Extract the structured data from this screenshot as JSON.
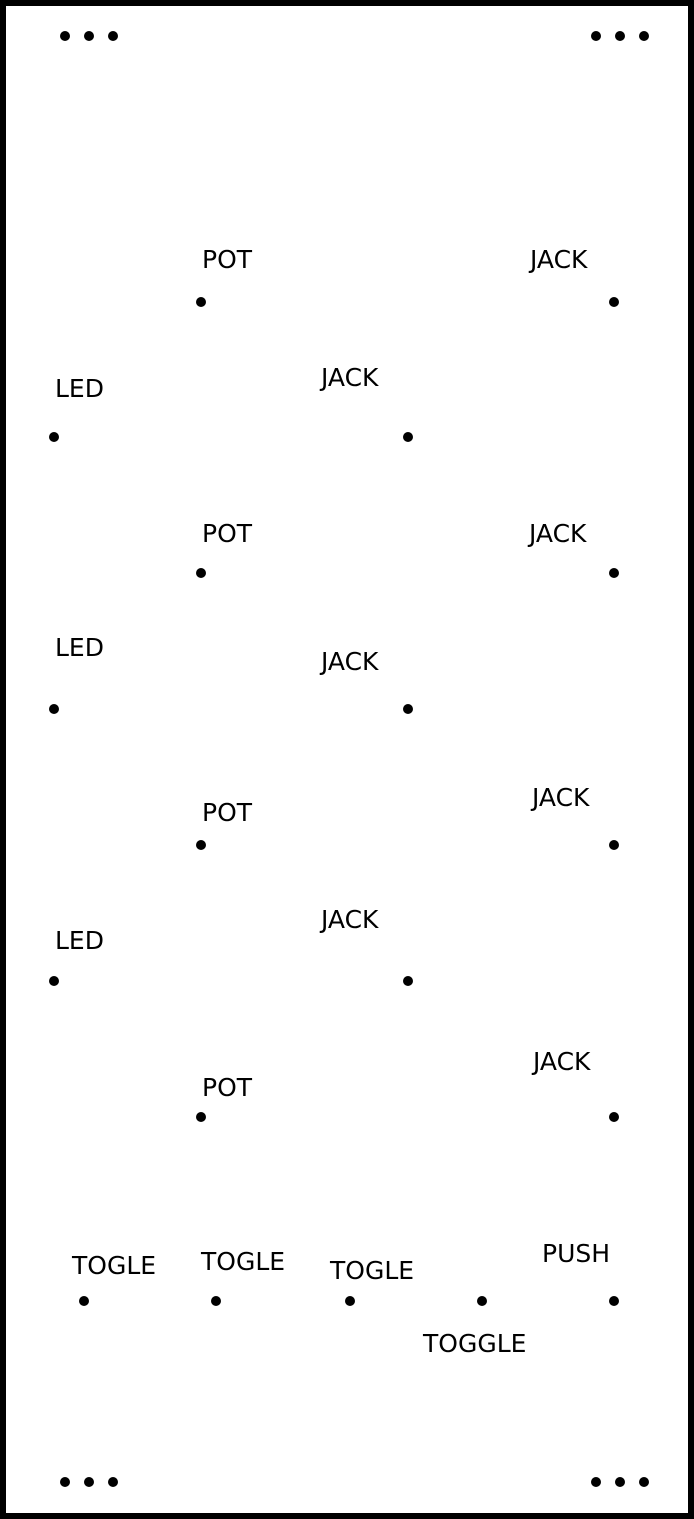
{
  "colors": {
    "background": "#ffffff",
    "ink": "#000000"
  },
  "components": [
    {
      "id": "pot-1",
      "label": "POT"
    },
    {
      "id": "jack-1",
      "label": "JACK"
    },
    {
      "id": "led-1",
      "label": "LED"
    },
    {
      "id": "jack-2",
      "label": "JACK"
    },
    {
      "id": "pot-2",
      "label": "POT"
    },
    {
      "id": "jack-3",
      "label": "JACK"
    },
    {
      "id": "led-2",
      "label": "LED"
    },
    {
      "id": "jack-4",
      "label": "JACK"
    },
    {
      "id": "pot-3",
      "label": "POT"
    },
    {
      "id": "jack-5",
      "label": "JACK"
    },
    {
      "id": "led-3",
      "label": "LED"
    },
    {
      "id": "jack-6",
      "label": "JACK"
    },
    {
      "id": "pot-4",
      "label": "POT"
    },
    {
      "id": "jack-7",
      "label": "JACK"
    },
    {
      "id": "togle-1",
      "label": "TOGLE"
    },
    {
      "id": "togle-2",
      "label": "TOGLE"
    },
    {
      "id": "togle-3",
      "label": "TOGLE"
    },
    {
      "id": "toggle-4",
      "label": "TOGGLE"
    },
    {
      "id": "push-1",
      "label": "PUSH"
    }
  ]
}
